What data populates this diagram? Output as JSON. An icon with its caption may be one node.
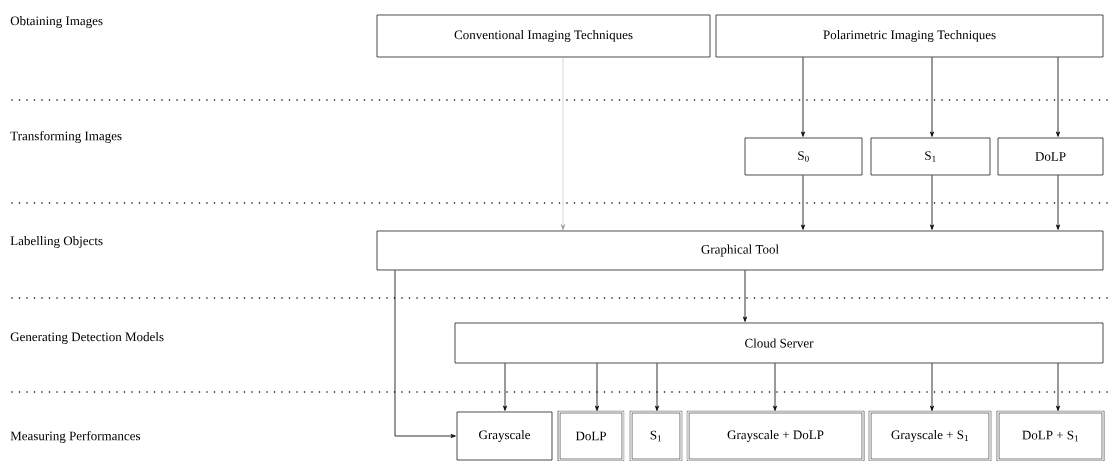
{
  "diagram": {
    "nodes": [
      {
        "text": [
          "Conventional Imaging Techniques"
        ]
      },
      {
        "text": [
          "Polarimetric Imaging Techniques"
        ]
      },
      {
        "text": [
          "S$_{0}$"
        ]
      },
      {
        "text": [
          "S$_{1}$"
        ]
      },
      {
        "text": [
          "DoLP"
        ]
      },
      {
        "text": [
          "Graphical Tool"
        ]
      },
      {
        "text": [
          "Cloud Server"
        ]
      },
      {
        "text": [
          "Grayscale"
        ]
      },
      {
        "text": [
          "DoLP"
        ]
      },
      {
        "text": [
          "S$_{1}$"
        ]
      },
      {
        "text": [
          "Grayscale + DoLP"
        ]
      },
      {
        "text": [
          "Grayscale + S$_{1}$"
        ]
      },
      {
        "text": [
          "DoLP + S$_{1}$"
        ]
      }
    ],
    "edges": [
      {
        "from": 0,
        "to": 5,
        "arrow": "to",
        "color": "#999999"
      },
      {
        "from": 1,
        "to": 2,
        "arrow": "to"
      },
      {
        "from": 1,
        "to": 3,
        "arrow": "to"
      },
      {
        "from": 1,
        "to": 4,
        "arrow": "to"
      },
      {
        "from": 2,
        "to": 5,
        "arrow": "to"
      },
      {
        "from": 3,
        "to": 5,
        "arrow": "to"
      },
      {
        "from": 4,
        "to": 5,
        "arrow": "to"
      },
      {
        "from": 5,
        "to": 6,
        "arrow": "to"
      },
      {
        "from": 5,
        "to": 7,
        "arrow": "to"
      },
      {
        "from": 6,
        "to": 7,
        "arrow": "to"
      },
      {
        "from": 6,
        "to": 8,
        "arrow": "to"
      },
      {
        "from": 6,
        "to": 9,
        "arrow": "to"
      },
      {
        "from": 6,
        "to": 10,
        "arrow": "to"
      },
      {
        "from": 6,
        "to": 11,
        "arrow": "to"
      },
      {
        "from": 6,
        "to": 12,
        "arrow": "to"
      }
    ],
    "labels": [
      "Obtaining Images",
      "Transforming Images",
      "Labelling Objects",
      "Generating Detection Models",
      "Measuring Performances"
    ]
  }
}
